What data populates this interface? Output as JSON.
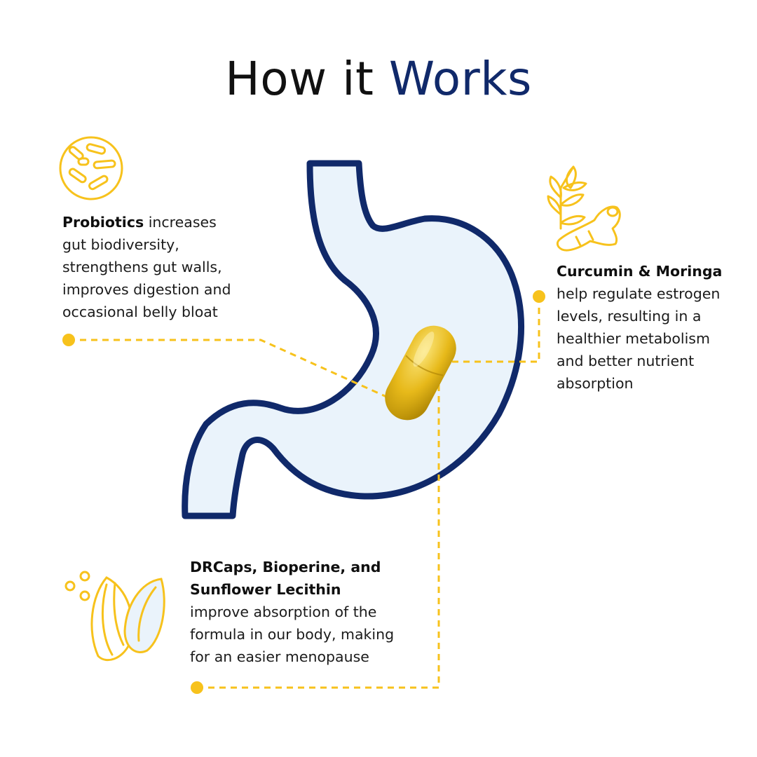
{
  "title": {
    "part1": "How it",
    "part2": "Works"
  },
  "colors": {
    "navy": "#10296a",
    "yellow": "#f7c21c",
    "stomach_fill": "#eaf3fb",
    "text": "#1b1b1b"
  },
  "features": {
    "probiotics": {
      "icon": "bacteria-icon",
      "heading": "Probiotics",
      "lines": [
        "increases",
        "gut biodiversity,",
        "strengthens gut walls,",
        "improves digestion and",
        "occasional belly bloat"
      ]
    },
    "curcumin": {
      "icon": "turmeric-moringa-icon",
      "heading": "Curcumin & Moringa",
      "lines": [
        "help regulate estrogen",
        "levels, resulting in a",
        "healthier metabolism",
        "and better nutrient",
        "absorption"
      ]
    },
    "drcaps": {
      "icon": "seeds-icon",
      "heading_lines": [
        "DRCaps, Bioperine, and",
        "Sunflower Lecithin"
      ],
      "lines": [
        "improve absorption of the",
        "formula in our body, making",
        "for an easier menopause"
      ]
    }
  }
}
